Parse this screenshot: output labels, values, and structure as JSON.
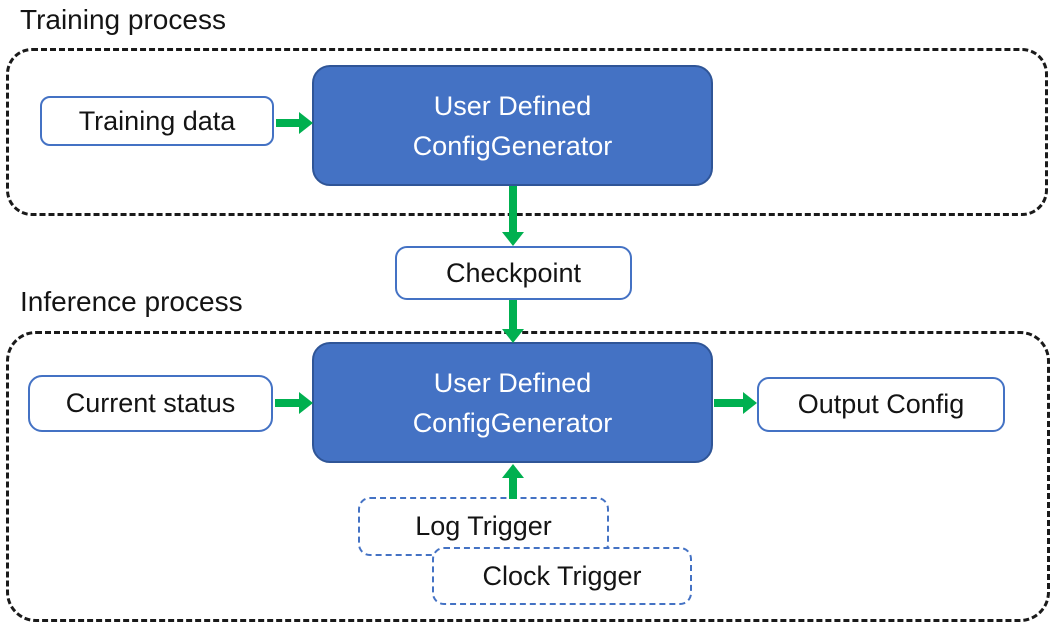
{
  "colors": {
    "accent_blue": "#4472C4",
    "accent_blue_dark": "#2F5597",
    "arrow_green": "#00B050",
    "dash_black": "#1a1a1a",
    "text_black": "#141414",
    "text_white": "#ffffff",
    "background": "#ffffff"
  },
  "training_section": {
    "label": "Training process",
    "training_data": "Training data",
    "generator": {
      "line1": "User Defined",
      "line2": "ConfigGenerator"
    }
  },
  "checkpoint": "Checkpoint",
  "inference_section": {
    "label": "Inference process",
    "current_status": "Current status",
    "generator": {
      "line1": "User Defined",
      "line2": "ConfigGenerator"
    },
    "output_config": "Output Config",
    "log_trigger": "Log Trigger",
    "clock_trigger": "Clock Trigger"
  }
}
